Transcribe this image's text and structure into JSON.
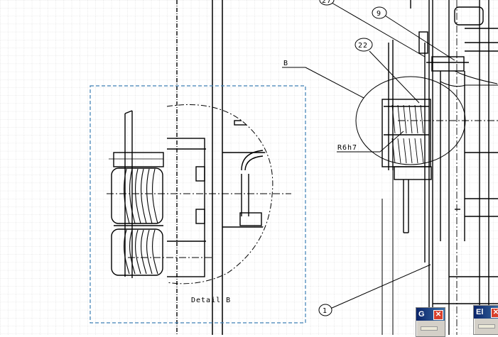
{
  "drawing": {
    "callout_27": "27",
    "callout_9": "9",
    "callout_22": "22",
    "callout_1": "1",
    "label_b": "B",
    "label_fit": "R6h7",
    "detail_title": "Detail B"
  },
  "windows": [
    {
      "title": "G",
      "close_icon": "close-icon"
    },
    {
      "title": "El",
      "close_icon": "close-icon"
    }
  ],
  "colors": {
    "grid": "#d6d6d6",
    "detail_frame": "#3d7fb5",
    "line": "#000000",
    "close_button": "#d8402c"
  }
}
